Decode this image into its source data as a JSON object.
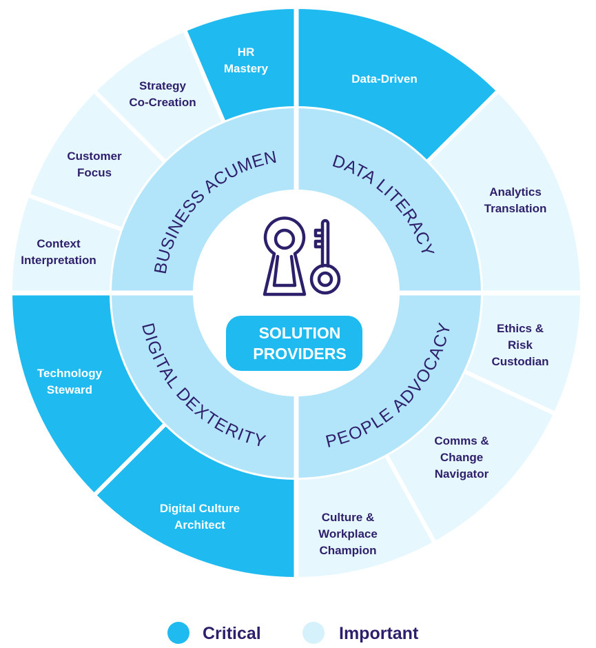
{
  "colors": {
    "critical": "#1FBBF0",
    "important": "#E6F7FD",
    "inner_ring": "#B3E5FA",
    "text": "#2E1F6B"
  },
  "center": {
    "icon": "keyhole-key-icon",
    "line1": "SOLUTION",
    "line2": "PROVIDERS"
  },
  "rings": [
    {
      "label": "BUSINESS ACUMEN"
    },
    {
      "label": "DATA LITERACY"
    },
    {
      "label": "DIGITAL DEXTERITY"
    },
    {
      "label": "PEOPLE ADVOCACY"
    }
  ],
  "segments": [
    {
      "lines": [
        "Data-Driven"
      ],
      "level": "critical"
    },
    {
      "lines": [
        "Analytics",
        "Translation"
      ],
      "level": "important"
    },
    {
      "lines": [
        "Ethics &",
        "Risk",
        "Custodian"
      ],
      "level": "important"
    },
    {
      "lines": [
        "Comms &",
        "Change",
        "Navigator"
      ],
      "level": "important"
    },
    {
      "lines": [
        "Culture &",
        "Workplace",
        "Champion"
      ],
      "level": "important"
    },
    {
      "lines": [
        "Digital Culture",
        "Architect"
      ],
      "level": "critical"
    },
    {
      "lines": [
        "Technology",
        "Steward"
      ],
      "level": "critical"
    },
    {
      "lines": [
        "Context",
        "Interpretation"
      ],
      "level": "important"
    },
    {
      "lines": [
        "Customer",
        "Focus"
      ],
      "level": "important"
    },
    {
      "lines": [
        "Strategy",
        "Co-Creation"
      ],
      "level": "important"
    },
    {
      "lines": [
        "HR",
        "Mastery"
      ],
      "level": "critical"
    }
  ],
  "legend": [
    {
      "label": "Critical",
      "level": "critical"
    },
    {
      "label": "Important",
      "level": "important"
    }
  ]
}
